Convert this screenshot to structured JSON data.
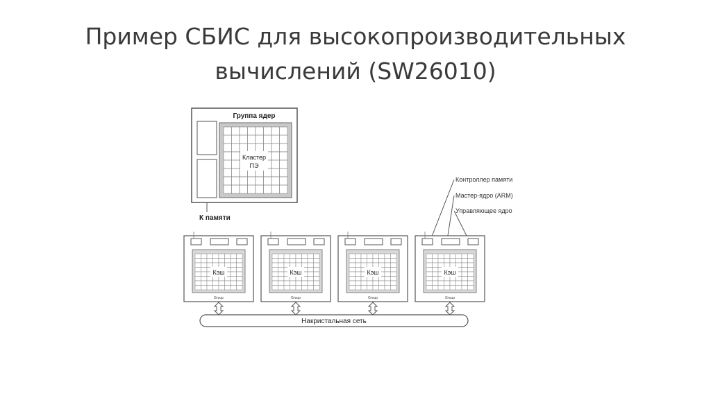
{
  "title": {
    "line1": "Пример СБИС для высокопроизводительных",
    "line2": "вычислений (SW26010)"
  },
  "diagram": {
    "core_group_title": "Группа ядер",
    "cluster_label_line1": "Кластер",
    "cluster_label_line2": "ПЭ",
    "memory_label": "К памяти",
    "callouts": [
      "Контроллер памяти",
      "Мастер-ядро (ARM)",
      "Управляющее ядро"
    ],
    "groups": [
      {
        "cache_label": "Кэш",
        "group_label": "Group"
      },
      {
        "cache_label": "Кэш",
        "group_label": "Group"
      },
      {
        "cache_label": "Кэш",
        "group_label": "Group"
      },
      {
        "cache_label": "Кэш",
        "group_label": "Group"
      }
    ],
    "network_label": "Накристальная сеть"
  }
}
